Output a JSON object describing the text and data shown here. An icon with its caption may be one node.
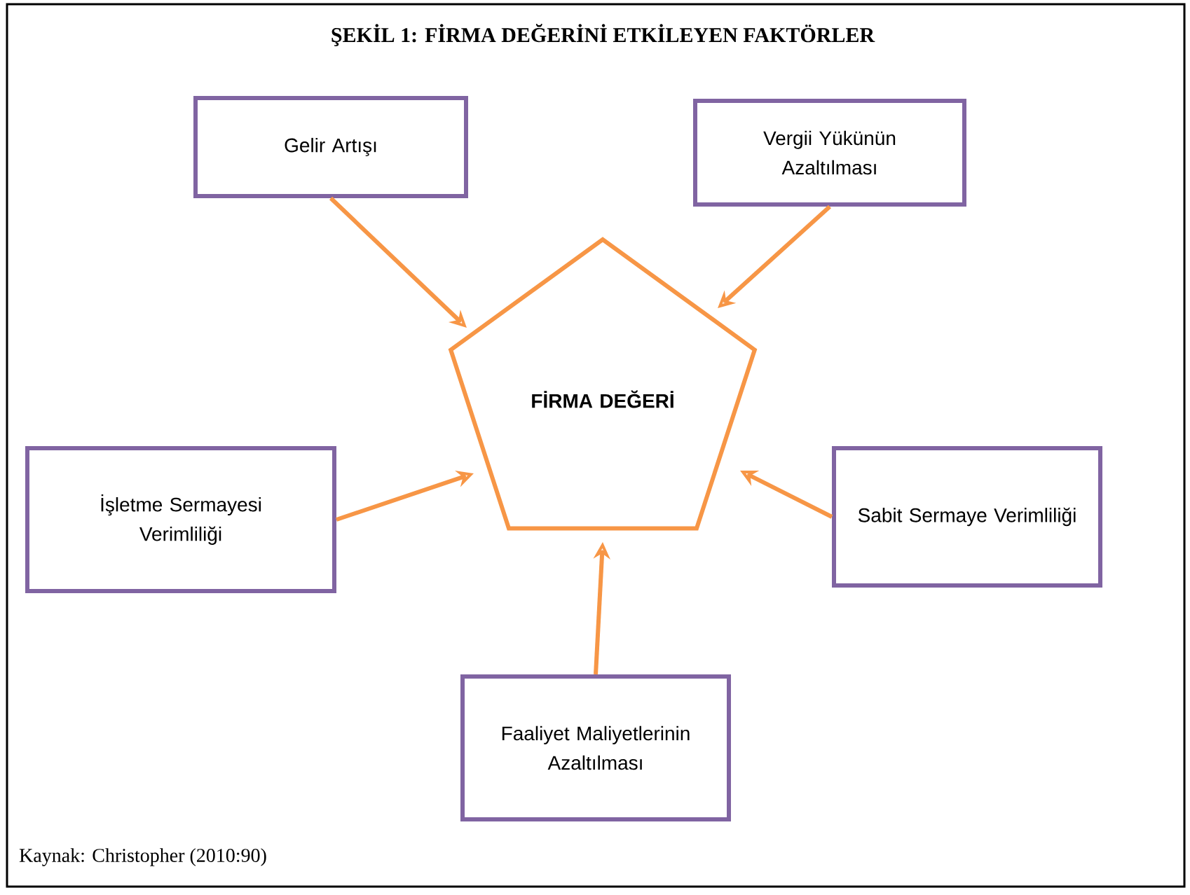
{
  "diagram": {
    "title": "ŞEKİL 1: FİRMA DEĞERİNİ ETKİLEYEN FAKTÖRLER",
    "caption": "Kaynak: Christopher (2010:90)",
    "nodes": [
      {
        "text": [
          "Gelir Artışı"
        ]
      },
      {
        "text": [
          "Vergii Yükünün Azaltılması"
        ]
      },
      {
        "text": [
          "FİRMA DEĞERİ"
        ]
      },
      {
        "text": [
          "İşletme Sermayesi Verimliliği"
        ]
      },
      {
        "text": [
          "Sabit Sermaye Verimliliği"
        ]
      },
      {
        "text": [
          "Faaliyet Maliyetlerinin Azaltılması"
        ]
      }
    ],
    "edges": [
      {
        "from": 0,
        "to": 2,
        "arrow": "to"
      },
      {
        "from": 1,
        "to": 2,
        "arrow": "to"
      },
      {
        "from": 3,
        "to": 2,
        "arrow": "to"
      },
      {
        "from": 4,
        "to": 2,
        "arrow": "to"
      },
      {
        "from": 5,
        "to": 2,
        "arrow": "to"
      }
    ]
  }
}
